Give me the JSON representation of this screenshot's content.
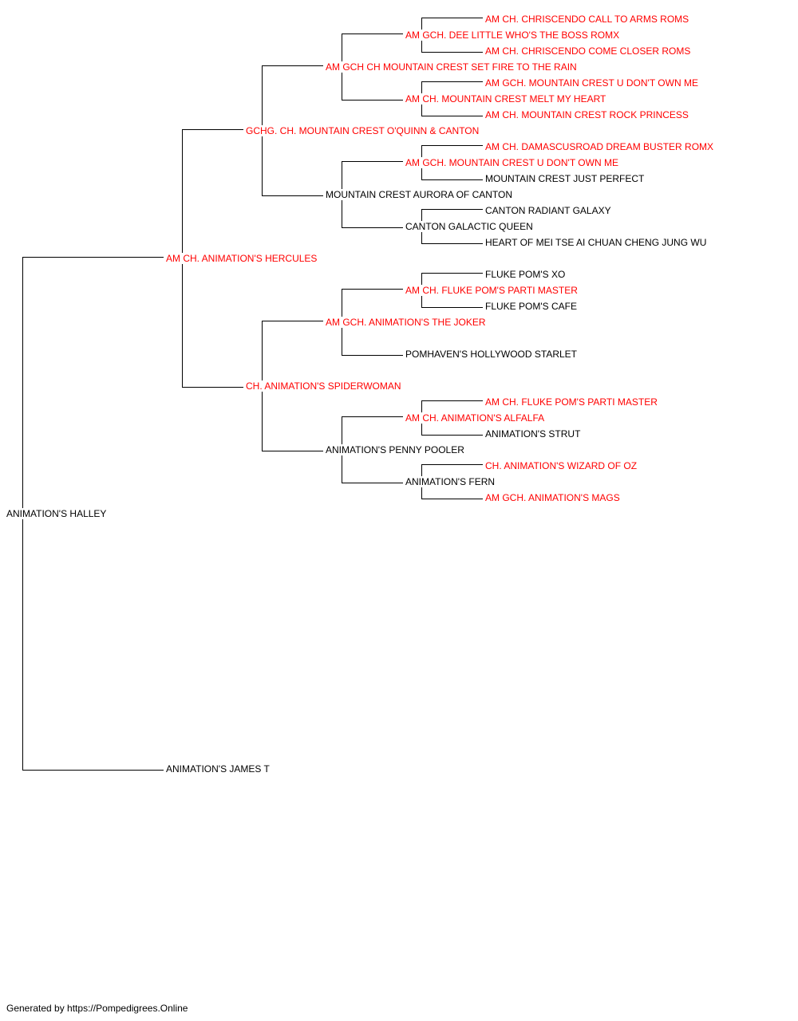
{
  "pedigree": [
    {
      "id": "subject",
      "name": "ANIMATION'S HALLEY",
      "titled": false
    },
    {
      "id": "sire",
      "name": "AM CH. ANIMATION'S HERCULES",
      "titled": true
    },
    {
      "id": "dam",
      "name": "ANIMATION'S JAMES T",
      "titled": false
    },
    {
      "id": "sire-sire",
      "name": "GCHG. CH. MOUNTAIN CREST O'QUINN & CANTON",
      "titled": true
    },
    {
      "id": "sire-dam",
      "name": "CH. ANIMATION'S SPIDERWOMAN",
      "titled": true
    },
    {
      "id": "sss",
      "name": "AM GCH CH MOUNTAIN CREST SET FIRE TO THE RAIN",
      "titled": true
    },
    {
      "id": "ssd",
      "name": "MOUNTAIN CREST AURORA OF CANTON",
      "titled": false
    },
    {
      "id": "sds",
      "name": "AM GCH. ANIMATION'S THE JOKER",
      "titled": true
    },
    {
      "id": "sdd",
      "name": "ANIMATION'S PENNY POOLER",
      "titled": false
    },
    {
      "id": "ssss",
      "name": "AM GCH. DEE LITTLE WHO'S THE BOSS ROMX",
      "titled": true
    },
    {
      "id": "sssd",
      "name": "AM CH. MOUNTAIN CREST MELT MY HEART",
      "titled": true
    },
    {
      "id": "ssds",
      "name": "AM GCH. MOUNTAIN CREST U DON'T OWN ME",
      "titled": true
    },
    {
      "id": "ssdd",
      "name": "CANTON GALACTIC QUEEN",
      "titled": false
    },
    {
      "id": "sdss",
      "name": "AM CH. FLUKE POM'S PARTI MASTER",
      "titled": true
    },
    {
      "id": "sdsd",
      "name": "POMHAVEN'S HOLLYWOOD STARLET",
      "titled": false
    },
    {
      "id": "sdds",
      "name": "AM CH. ANIMATION'S ALFALFA",
      "titled": true
    },
    {
      "id": "sddd",
      "name": "ANIMATION'S FERN",
      "titled": false
    },
    {
      "id": "sssss",
      "name": "AM CH. CHRISCENDO CALL TO ARMS ROMS",
      "titled": true
    },
    {
      "id": "ssssd",
      "name": "AM CH. CHRISCENDO COME CLOSER ROMS",
      "titled": true
    },
    {
      "id": "sssds",
      "name": "AM GCH. MOUNTAIN CREST U DON'T OWN ME",
      "titled": true
    },
    {
      "id": "sssdd",
      "name": "AM CH. MOUNTAIN CREST ROCK PRINCESS",
      "titled": true
    },
    {
      "id": "ssdss",
      "name": "AM CH. DAMASCUSROAD DREAM BUSTER ROMX",
      "titled": true
    },
    {
      "id": "ssdsd",
      "name": "MOUNTAIN CREST JUST PERFECT",
      "titled": false
    },
    {
      "id": "ssdds",
      "name": "CANTON RADIANT GALAXY",
      "titled": false
    },
    {
      "id": "ssddd",
      "name": "HEART OF MEI TSE AI CHUAN CHENG JUNG WU",
      "titled": false
    },
    {
      "id": "sdsss",
      "name": "FLUKE POM'S XO",
      "titled": false
    },
    {
      "id": "sdssd",
      "name": "FLUKE POM'S CAFE",
      "titled": false
    },
    {
      "id": "sddss",
      "name": "AM CH. FLUKE POM'S PARTI MASTER",
      "titled": true
    },
    {
      "id": "sddsd",
      "name": "ANIMATION'S STRUT",
      "titled": false
    },
    {
      "id": "sddds",
      "name": "CH. ANIMATION'S WIZARD OF OZ",
      "titled": true
    },
    {
      "id": "sdddd",
      "name": "AM GCH. ANIMATION'S MAGS",
      "titled": true
    }
  ],
  "colors": {
    "titled": "#ff0000",
    "untitled": "#000000",
    "line": "#000000"
  },
  "footer": "Generated by https://Pompedigrees.Online"
}
